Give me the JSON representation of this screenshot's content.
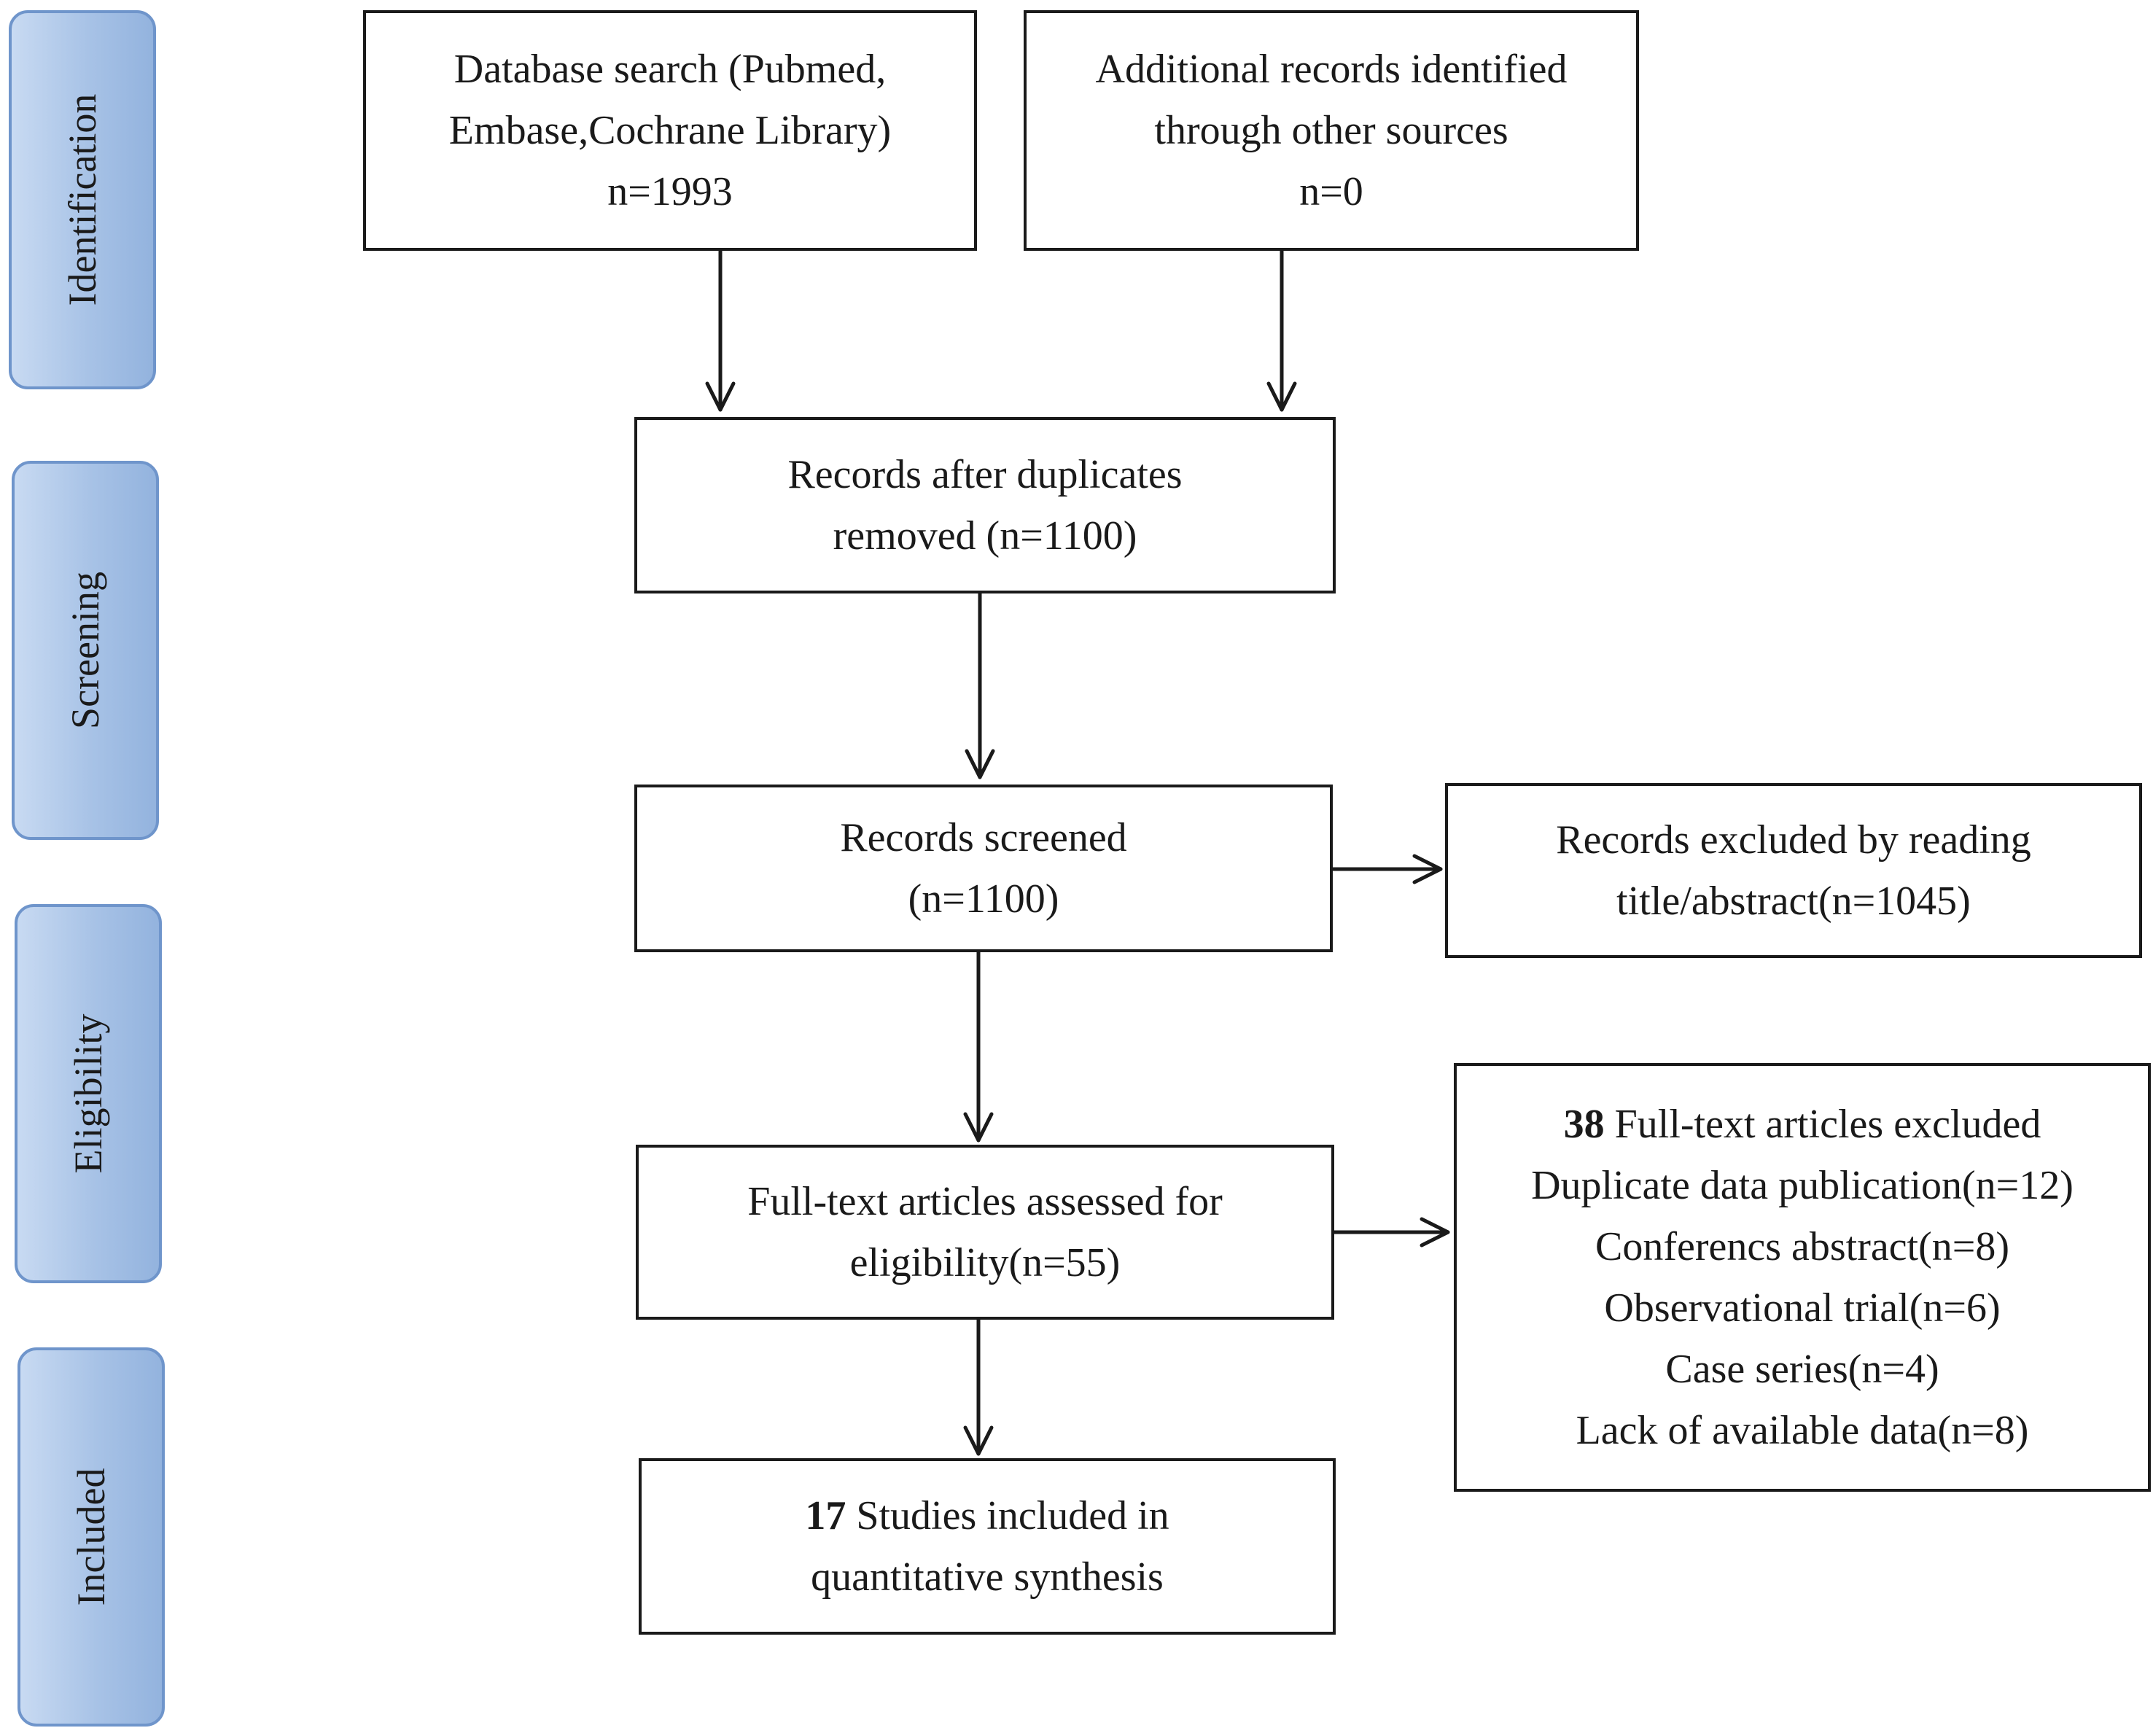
{
  "stages": {
    "identification": "Identification",
    "screening": "Screening",
    "eligibility": "Eligibility",
    "included": "Included"
  },
  "boxes": {
    "database_search": {
      "line1": "Database search (Pubmed,",
      "line2": "Embase,Cochrane Library)",
      "line3": "n=1993"
    },
    "additional_records": {
      "line1": "Additional records identified",
      "line2": "through other sources",
      "line3": "n=0"
    },
    "after_duplicates": {
      "line1": "Records after duplicates",
      "line2": "removed (n=1100)"
    },
    "screened": {
      "line1": "Records screened",
      "line2": "(n=1100)"
    },
    "excluded_title": {
      "line1": "Records excluded by reading",
      "line2": "title/abstract(n=1045)"
    },
    "full_text_assessed": {
      "line1": "Full-text articles assessed for",
      "line2": "eligibility(n=55)"
    },
    "full_text_excluded": {
      "count": "38",
      "heading": " Full-text articles excluded",
      "reasons": [
        "Duplicate data publication(n=12)",
        "Conferencs abstract(n=8)",
        "Observational trial(n=6)",
        "Case series(n=4)",
        "Lack of available data(n=8)"
      ]
    },
    "included": {
      "count": "17",
      "line1": " Studies included in",
      "line2": "quantitative synthesis"
    }
  },
  "colors": {
    "stage_fill": "#a7c2e6",
    "stage_border": "#6f95cb",
    "box_border": "#1a1a1a"
  }
}
